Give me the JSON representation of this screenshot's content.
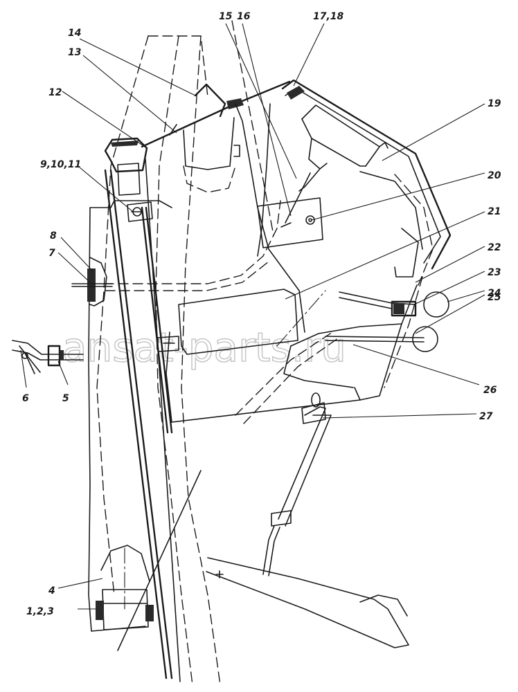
{
  "watermark": "ansat-parts.ru",
  "callouts": [
    {
      "id": "c14",
      "text": "14"
    },
    {
      "id": "c13",
      "text": "13"
    },
    {
      "id": "c12",
      "text": "12"
    },
    {
      "id": "c91011",
      "text": "9,10,11"
    },
    {
      "id": "c8",
      "text": "8"
    },
    {
      "id": "c7",
      "text": "7"
    },
    {
      "id": "c6",
      "text": "6"
    },
    {
      "id": "c5",
      "text": "5"
    },
    {
      "id": "c4",
      "text": "4"
    },
    {
      "id": "c123",
      "text": "1,2,3"
    },
    {
      "id": "c15",
      "text": "15"
    },
    {
      "id": "c16",
      "text": "16"
    },
    {
      "id": "c1718",
      "text": "17,18"
    },
    {
      "id": "c19",
      "text": "19"
    },
    {
      "id": "c20",
      "text": "20"
    },
    {
      "id": "c21",
      "text": "21"
    },
    {
      "id": "c22",
      "text": "22"
    },
    {
      "id": "c23",
      "text": "23"
    },
    {
      "id": "c24",
      "text": "24"
    },
    {
      "id": "c25",
      "text": "25"
    },
    {
      "id": "c26",
      "text": "26"
    },
    {
      "id": "c27",
      "text": "27"
    }
  ]
}
